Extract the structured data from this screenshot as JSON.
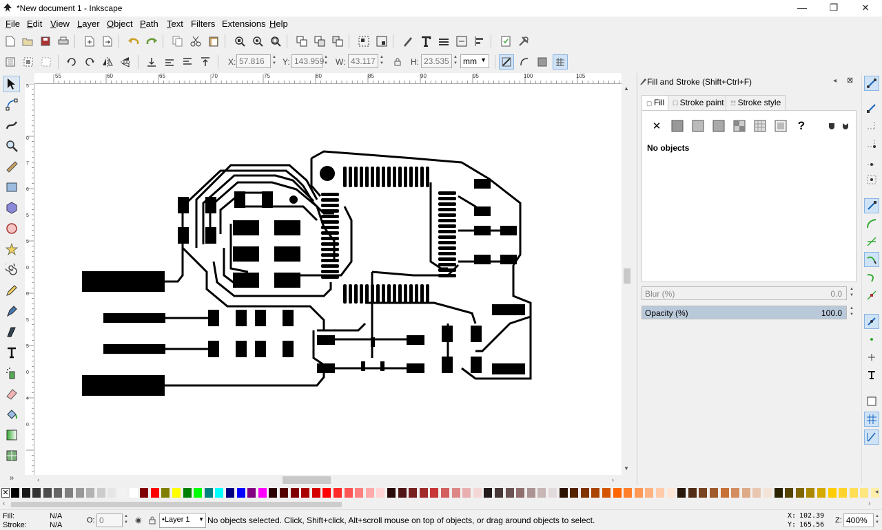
{
  "window": {
    "title": "*New document 1 - Inkscape",
    "minimize": "—",
    "maximize": "❐",
    "close": "✕"
  },
  "menu": [
    {
      "label": "File",
      "u": "F",
      "rest": "ile"
    },
    {
      "label": "Edit",
      "u": "E",
      "rest": "dit"
    },
    {
      "label": "View",
      "u": "V",
      "rest": "iew"
    },
    {
      "label": "Layer",
      "u": "L",
      "rest": "ayer"
    },
    {
      "label": "Object",
      "u": "O",
      "rest": "bject"
    },
    {
      "label": "Path",
      "u": "P",
      "rest": "ath"
    },
    {
      "label": "Text",
      "u": "T",
      "rest": "ext"
    },
    {
      "label": "Filters",
      "u": "",
      "rest": "Filters"
    },
    {
      "label": "Extensions",
      "u": "",
      "rest": "Extensions"
    },
    {
      "label": "Help",
      "u": "H",
      "rest": "elp"
    }
  ],
  "controls": {
    "x_label": "X:",
    "x_value": "57.816",
    "y_label": "Y:",
    "y_value": "143.959",
    "w_label": "W:",
    "w_value": "43.117",
    "h_label": "H:",
    "h_value": "23.535",
    "unit": "mm"
  },
  "ruler": {
    "h_ticks": [
      "55",
      "60",
      "65",
      "70",
      "75",
      "80",
      "85",
      "90",
      "95",
      "100",
      "105"
    ],
    "v_ticks": [
      "5",
      "0",
      "7",
      "6",
      "5",
      "5",
      "0",
      "0",
      "5",
      "5",
      "0",
      "4",
      "0"
    ]
  },
  "panel": {
    "title": "Fill and Stroke (Shift+Ctrl+F)",
    "tabs": [
      "Fill",
      "Stroke paint",
      "Stroke style"
    ],
    "message": "No objects",
    "blur_label": "Blur (%)",
    "blur_value": "0.0",
    "opacity_label": "Opacity (%)",
    "opacity_value": "100.0",
    "opacity_fraction": 1.0,
    "paint_unknown": "?",
    "paint_none": "✕"
  },
  "status": {
    "fill_label": "Fill:",
    "fill_value": "N/A",
    "stroke_label": "Stroke:",
    "stroke_value": "N/A",
    "opacity_label": "O:",
    "opacity_value": "0",
    "layer": "•Layer 1",
    "message": "No objects selected. Click, Shift+click, Alt+scroll mouse on top of objects, or drag around objects to select.",
    "cursor_x_label": "X:",
    "cursor_x": "102.39",
    "cursor_y_label": "Y:",
    "cursor_y": "165.56",
    "zoom_label": "Z:",
    "zoom": "400%"
  },
  "palette": [
    "#000000",
    "#1a1a1a",
    "#333333",
    "#4d4d4d",
    "#666666",
    "#808080",
    "#999999",
    "#b3b3b3",
    "#cccccc",
    "#e6e6e6",
    "#f2f2f2",
    "#ffffff",
    "#800000",
    "#ff0000",
    "#808000",
    "#ffff00",
    "#008000",
    "#00ff00",
    "#008080",
    "#00ffff",
    "#000080",
    "#0000ff",
    "#800080",
    "#ff00ff",
    "#2b0000",
    "#550000",
    "#800000",
    "#aa0000",
    "#d40000",
    "#ff0000",
    "#ff2a2a",
    "#ff5555",
    "#ff8080",
    "#ffaaaa",
    "#ffd5d5",
    "#280b0b",
    "#501616",
    "#782121",
    "#a02c2c",
    "#c83737",
    "#d35f5f",
    "#de8787",
    "#e9afaf",
    "#f4d7d7",
    "#241c1c",
    "#483737",
    "#6c5353",
    "#916f6f",
    "#ac9393",
    "#c8b7b7",
    "#e3dbdb",
    "#2b1100",
    "#552200",
    "#803300",
    "#aa4400",
    "#d45500",
    "#ff6600",
    "#ff7f2a",
    "#ff9955",
    "#ffb380",
    "#ffccaa",
    "#ffe6d5",
    "#28170b",
    "#502d16",
    "#784421",
    "#a05a2c",
    "#c87137",
    "#d38d5f",
    "#deaa87",
    "#e9c6af",
    "#f4e3d7",
    "#2b2200",
    "#554400",
    "#806600",
    "#aa8800",
    "#d4aa00",
    "#ffcc00",
    "#ffd42a",
    "#ffdd55",
    "#ffe680",
    "#ffeeaa"
  ]
}
